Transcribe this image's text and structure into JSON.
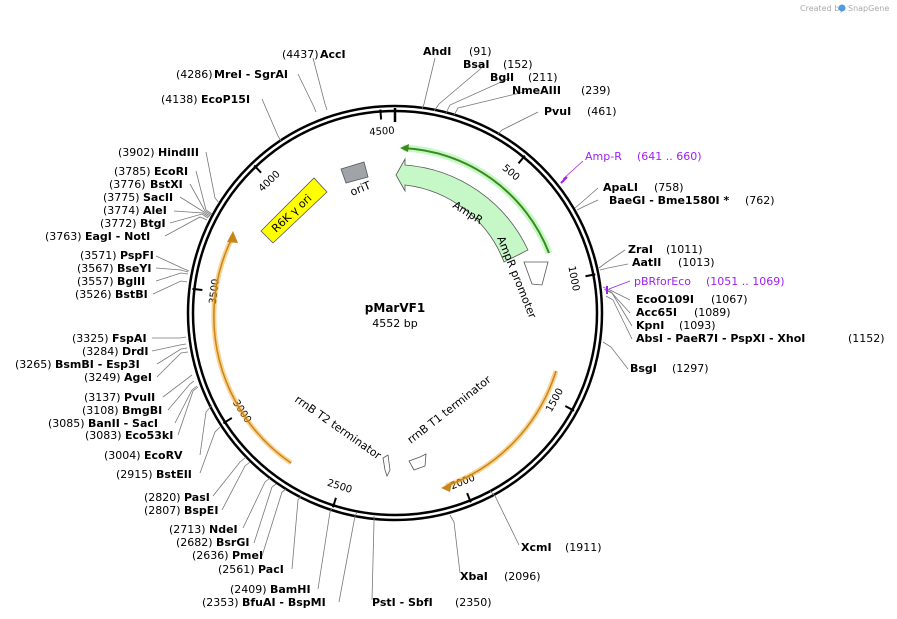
{
  "brand": {
    "created_by": "Created by",
    "app": "SnapGene"
  },
  "plasmid": {
    "name": "pMarVF1",
    "length": "4552 bp",
    "total_bp": 4552
  },
  "colors": {
    "enzyme_text": "#000000",
    "primer": "#a020f0",
    "ampR": "#c6f7c6",
    "ori_r6k": "#ffff00",
    "terminator_arc": "#f5a623",
    "oriT": "#a0a4a8"
  },
  "ticks": [
    "500",
    "1000",
    "1500",
    "2000",
    "2500",
    "3000",
    "3500",
    "4000",
    "4500"
  ],
  "features": {
    "ampR": "AmpR",
    "ampR_promoter": "AmpR promoter",
    "oriT": "oriT",
    "r6k": "R6K γ ori",
    "rrnB_t1": "rrnB T1 terminator",
    "rrnB_t2": "rrnB T2 terminator"
  },
  "primers": {
    "ampR": {
      "name": "Amp-R",
      "range": "(641 .. 660)"
    },
    "pbr": {
      "name": "pBRforEco",
      "range": "(1051 .. 1069)"
    }
  },
  "sites": [
    {
      "names": "AccI",
      "pos": "(4437)"
    },
    {
      "names": "MreI - SgrAI",
      "pos": "(4286)"
    },
    {
      "names": "EcoP15I",
      "pos": "(4138)"
    },
    {
      "names": "HindIII",
      "pos": "(3902)"
    },
    {
      "names": "EcoRI",
      "pos": "(3785)"
    },
    {
      "names": "BstXI",
      "pos": "(3776)"
    },
    {
      "names": "SacII",
      "pos": "(3775)"
    },
    {
      "names": "AleI",
      "pos": "(3774)"
    },
    {
      "names": "BtgI",
      "pos": "(3772)"
    },
    {
      "names": "EagI - NotI",
      "pos": "(3763)"
    },
    {
      "names": "PspFI",
      "pos": "(3571)"
    },
    {
      "names": "BseYI",
      "pos": "(3567)"
    },
    {
      "names": "BglII",
      "pos": "(3557)"
    },
    {
      "names": "BstBI",
      "pos": "(3526)"
    },
    {
      "names": "FspAI",
      "pos": "(3325)"
    },
    {
      "names": "DrdI",
      "pos": "(3284)"
    },
    {
      "names": "BsmBI - Esp3I",
      "pos": "(3265)"
    },
    {
      "names": "AgeI",
      "pos": "(3249)"
    },
    {
      "names": "PvuII",
      "pos": "(3137)"
    },
    {
      "names": "BmgBI",
      "pos": "(3108)"
    },
    {
      "names": "BanII - SacI",
      "pos": "(3085)"
    },
    {
      "names": "Eco53kI",
      "pos": "(3083)"
    },
    {
      "names": "EcoRV",
      "pos": "(3004)"
    },
    {
      "names": "BstEII",
      "pos": "(2915)"
    },
    {
      "names": "PasI",
      "pos": "(2820)"
    },
    {
      "names": "BspEI",
      "pos": "(2807)"
    },
    {
      "names": "NdeI",
      "pos": "(2713)"
    },
    {
      "names": "BsrGI",
      "pos": "(2682)"
    },
    {
      "names": "PmeI",
      "pos": "(2636)"
    },
    {
      "names": "PacI",
      "pos": "(2561)"
    },
    {
      "names": "BamHI",
      "pos": "(2409)"
    },
    {
      "names": "BfuAI - BspMI",
      "pos": "(2353)"
    },
    {
      "names": "AhdI",
      "pos": "(91)"
    },
    {
      "names": "BsaI",
      "pos": "(152)"
    },
    {
      "names": "BglI",
      "pos": "(211)"
    },
    {
      "names": "NmeAIII",
      "pos": "(239)"
    },
    {
      "names": "PvuI",
      "pos": "(461)"
    },
    {
      "names": "ApaLI",
      "pos": "(758)"
    },
    {
      "names": "BaeGI - Bme1580I *",
      "pos": "(762)"
    },
    {
      "names": "ZraI",
      "pos": "(1011)"
    },
    {
      "names": "AatII",
      "pos": "(1013)"
    },
    {
      "names": "EcoO109I",
      "pos": "(1067)"
    },
    {
      "names": "Acc65I",
      "pos": "(1089)"
    },
    {
      "names": "KpnI",
      "pos": "(1093)"
    },
    {
      "names": "AbsI - PaeR7I - PspXI - XhoI",
      "pos": "(1152)"
    },
    {
      "names": "BsgI",
      "pos": "(1297)"
    },
    {
      "names": "XcmI",
      "pos": "(1911)"
    },
    {
      "names": "XbaI",
      "pos": "(2096)"
    },
    {
      "names": "PstI - SbfI",
      "pos": "(2350)"
    }
  ]
}
